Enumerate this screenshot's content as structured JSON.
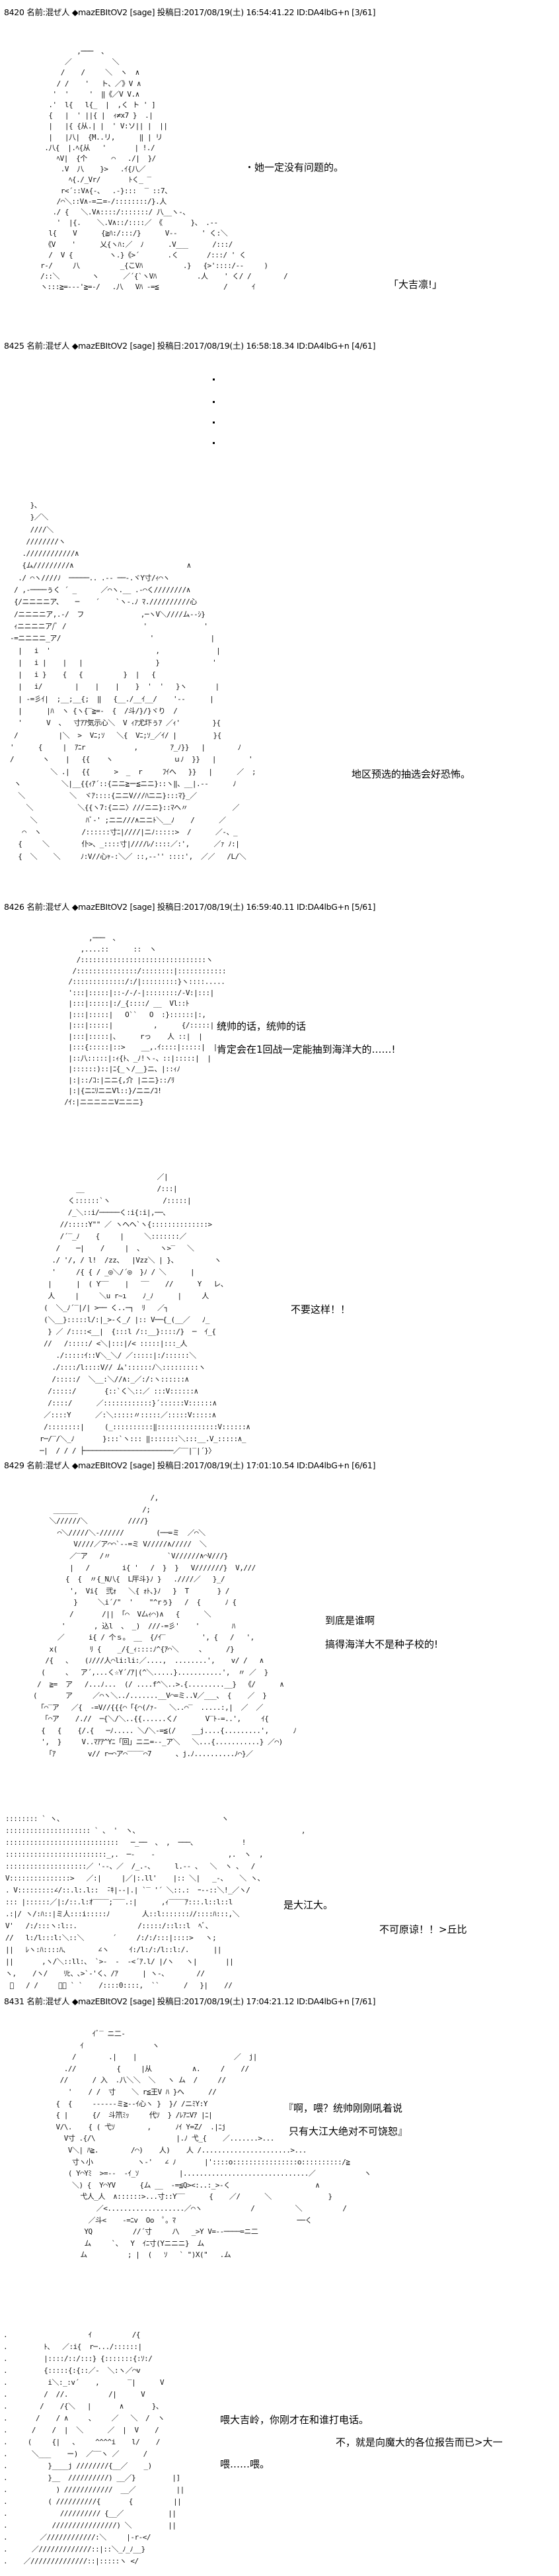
{
  "posts": [
    {
      "header": "8420 名前:混ぜ人 ◆mazEBItOV2 [sage] 投稿日:2017/08/19(土) 16:54:41.22 ID:DA4lbG+n [3/61]",
      "lines": [
        "・她一定没有问题的。",
        "「大吉凛!」"
      ],
      "art": [
        "          ,───  、",
        "       ／          ＼",
        "      /    /     ＼  ヽ  ∧",
        "     / /    '   ト、／》V ∧",
        "    '  '     '  ‖《／V V.∧",
        "   .'  l{   l{_  |  ,く ト ' ]",
        "   {   |  ' ||{ |  ｨ≠x7 }  .|",
        "   |   |{ {从.| |  ' V:ソ|| |  ||",
        "   |   |八|  {M..リ,      ‖ | リ",
        "  .八{  |.ﾍ{从   '       | !./",
        "     ﾍV|  {个      ⌒   ./|  }/",
        "      .V  八    }>   .ｲ{八／",
        "        ﾍ{./_Vr/       ﾄく_ ‾",
        "      r<´::V∧{-、  .-}:::  ‾ ::7、",
        "     /⌒＼::V∧-=ニ=-/::::::::/}.人",
        "    ./ {   ＼.V∧::::/:::::::/ 八__ヽ-、",
        "     '  |{.    ＼.V∧::/::::／ 《       }、 .--",
        "   l{    V      {≧ﾊ:/:::/}      V-‐      ' く:＼",
        "  《V    '      乂{ヽﾊ:／  ﾉ      .V___      /:::/",
        "   /  V {         ヽ.}《>´       .く       /:::/ ' く",
        " r‐/     八          _{こVﾊ          .}   {>'::::/‐-     )",
        " /::＼        ヽ      ／´{`ヽVﾊ          .人    ' く/ /        /",
        " ヽ:::≧=‐‐‐'≧=‐/   .八   Vﾊ ‐=≦                /      ｲ"
      ]
    },
    {
      "header": "8425 名前:混ぜ人 ◆mazEBItOV2 [sage] 投稿日:2017/08/19(土) 16:58:18.34 ID:DA4lbG+n [4/61]",
      "lines": [
        "地区预选的抽选会好恐怖。"
      ],
      "art": [
        "     }、",
        "     }／＼",
        "     ////＼",
        "    ////////ヽ",
        "   .////////////∧",
        "   {ム/////////∧                            ∧",
        "  ./ ⌒ヽ////ﾉ  ─────.. .-- ──‐.ヾY寸/ｨ⌒ヽ",
        " / ,-────ぅく ´ _      ／⌒ヽ.__ .-⌒く////////∧",
        " {/ニニニニア、   ─    ´    `ヽ-.ﾉ ﾏ.//////////心",
        " /ニニニニア,.-/  フ              ,─ヽV＼////ム--ｼ}",
        " ｨニニニニア/ﾞ /                   '              '",
        "-=ニニニニ_ア/                      '              |",
        "  |   i  '                          ,              |",
        "  |   i |    |   |                  }             '",
        "  |   i }    {   {          }  |   {              ",
        "  |   i/        |    |    |    }  '  '   }ヽ       |",
        "  | ‐=彡ｲ|  ;__;__{;  ‖   {__./__ｲ__/    '‐-      |",
        "  |      |ﾊ  ヽ {ヽ{‾≧=-  {  /斗/}/}ヾり  /",
        "  '      V  、  寸ｱｱ気示心＼  V ｨｱ尤圷ぅｱ ／ｨ'        }{",
        " /          |＼  >  Vﾆ;ｿ   ＼{  Vﾆ;ｿ_／ｲ/ |         }{",
        "'      {     |  ｱﾆr            ,        ｱ_ﾉ}}   |        ﾉ",
        "/       ヽ    |   {{    ヽ               ｕﾉ  }}   |        '",
        "          ＼ .|   {{      >  _  r     ﾌｲへ   }}   |      ／  ;",
        " ヽ          ＼|__{{ｨｱ´::{ニニ≧ー≦ニニ}::ヽ‖、__|.-‐      ﾉ",
        "  ＼           ＼  ヾｱ::::{ニニV///ﾊニニ}:::ﾏ}_／",
        "    ＼           ＼{{ヽ7:{ニニ〉///ニニ}::ﾏへ〃           ／",
        "     ＼            ﾊﾞ-' ;ニニ///∧ニニﾄ＼__ﾉ    /      ／",
        "   ⌒  ヽ          /::::::寸ﾆ|////|ニﾉ:::::>  /      ／-、_",
        "  {     ＼        仆>、_::::寸|////ﾚ/::::／:',      ／ｧ ﾉ:|",
        "  {  ＼    ＼     ﾉ:V//心ｬ-:＼／ ::,-‐'' ::::',  ／／   /L/＼"
      ]
    },
    {
      "header": "8426 名前:混ぜ人 ◆mazEBItOV2 [sage] 投稿日:2017/08/19(土) 16:59:40.11 ID:DA4lbG+n [5/61]",
      "lines": [
        "统帅的话，统帅的话",
        "肯定会在1回战一定能抽到海洋大的……!",
        "不要这样！！"
      ],
      "art": [
        "        ,───  ､",
        "      ,....::      ::  ヽ",
        "     /:::::::::::::::::::::::::::::::ヽ",
        "    /:::::::::::::::/::::::::|::::::::::::",
        "   /:::::::::::::/:/|:::::::::}ヽ::::.....",
        "   ':::|:::::|::-/-/-|::::::::/-V:|:::|",
        "   |:::|:::::|:/_{::::/ __  Vl::ﾄ",
        "   |:::|:::::|   O``   O  :}::::::|:,",
        "   |:::|:::::|          ,      {/:::::|  |",
        "   |:::|:::::|、     rっ    人 ::|  |",
        "   |:::{:::::|::>    __,.ｲ::::|:::::|  |",
        "   |::八:::::|:ｨ{ﾄ、_ﾉ!ヽ-、::|:::::|  |",
        "   |::::::)::|ﾆ{_ヽ/__}ニ、|::ｨﾉ",
        "   |:|::/ｺ:|ニニ{,介 |ニニ}::/ﾘ",
        "   |:|{ニﾆﾘニニVl::}/ニニ/ｺ!",
        "  /ｲ:|ニニニニニVニニニ}"
      ],
      "art2": [
        "                             ／|",
        "         __                  /:::|",
        "       く::::::`ヽ             /:::::|",
        "       /_＼::i/─────く:i{:i|,──、",
        "     //:::::Y\"\" ／ ヽヘヘ`ヽ{::::::::::::::>",
        "     /´‾_ﾉ    {     |     ＼:::::::／",
        "    /    ─|    /     |  、    ヽ>‾   ＼",
        "   ./ '/, / l!  /zz、  |Vzz＼ | }、         ヽ",
        "   '     /{ { / _◎＼/´◎  }ﾉ / ＼      |",
        "  |      |  ( Y‾‾    |   ‾‾    //      Y   レ、",
        "  人     |     ＼u r~ı    ﾉ_ﾉ      |     人",
        " (  ＼_ﾉ´‾|/| >── く..─┐  ﾘ   ／┐",
        " (＼__}:::::l/:|_>-く_/ |:: V──{_(__／   ﾉ_",
        "  } ／ /::::<__|  {:::l /::__}::::/}  ─  ｲ_{",
        " //   /:::::/ <＼|:::|/< :::::|:::_人",
        "    ./:::::ｲ::V＼_＼/ ／:::::|:/::::::＼",
        "   ./::::/l::::V// ム'::::::ﾉ＼:::::::::ヽ",
        "   /:::::/  ＼__:＼//∧:_／:/:ヽ::::::∧",
        "  /:::::/       {::`く＼::／ :::V::::::∧",
        "  /::::/      ／::::::::::::}´::::::V::::::∧",
        " ／::::Y      ／:＼:::::〃:::::／:::::V:::::∧",
        " /::::::::|     (_::::::::::‖:::::::::::::::V::::::∧",
        "r─/‾/＼_ﾉ       }:::`ヽ::: ‖:::::::＼:::__.V_:::::∧_",
        "─|  / / / ├──────────────────────／‾‾|‾|´}〉"
      ]
    },
    {
      "header": "8429 名前:混ぜ人 ◆mazEBItOV2 [sage] 投稿日:2017/08/19(土) 17:01:10.54 ID:DA4lbG+n [6/61]",
      "lines": [
        "到底是谁啊",
        "搞得海洋大不是种子校的!",
        "是大江大。",
        "不可原谅！！>丘比"
      ],
      "art": [
        "                             /,",
        "     ______                /;",
        "    ＼//////＼          ////}",
        "      ⌒＼/////＼-//////        (──=ミ  ／⌒＼",
        "          V////／ア⌒⌒`‐-=ミ V/////∧/////  ＼",
        "         ／‾ア   /〃              `V//////∧⌒V///}",
        "         |   /        i{ '   /  }  }   V///////}  V,///",
        "        {  {  〃{_N八{  L厈斗}ﾉ }   .////／   }_/",
        "         ',  Vi{  弐ｫ   ＼{ ｫﾄ、}ﾉ   }  T       } /",
        "          }     ＼i´/\"  '    \"^rぅ}   /  {      ﾉ {",
        "         /       /|| 「⌒  V厶ｨ⌒)∧   {      ＼",
        "       '       , 込l  、 _)  ///‐=彡'    '        ﾊ",
        "      ／      i{ / 个ｓ。 __  {/ｲ‾         ', {   /   ',",
        "    x(        ﾘ {    _/{_ｨ::::ﾉ^{ｱ⌒＼     、     /}",
        "   /{   、   (ﾉ///人⌒li:li:／....,  ........',    v/ /   ∧",
        "  (     、  ア´,...く☆Y´/ｱ|(^＼.....}...........',  〃 ／  }",
        " /  ≧=  ア   /...ﾉ...  (/ ....f^＼..>.{.........__}  《/      ∧",
        "(       ア     ／⌒ヽ＼../.......__V⌒=ミ..V／___、 {    ／  }",
        " 「⌒‾ア   ／{  ‐=V//{{{⌒「{⌒(/ｧ-   ＼..⌒‾  .....:,|  ／  ／",
        "  「⌒ア    /.//  ─{＼/＼..{{......く/       V‾ﾄ‐=..',     ｲ{",
        "  {   {    {/.{   ─ﾉ..... ＼/＼‐=≦(/    __j....{.........',      ﾉ",
        "  ',  }     V..ﾏｱｱ^Yﾆ「回」ニニ=‐-_ア＼   ＼...{...........} ／⌒)",
        "   「ｱ        v// r─⌒ア⌒‾‾‾‾⌒7      、j.ﾉ..........ﾉ⌒}／"
      ],
      "art2": [
        ":::::::: ` ヽ、                                       ヽ",
        "::::::::::::::::::::: ` 、 '  ヽ、                                        ,",
        "::::::::::::::::::::::::::::   ─_──  、 ,  ───、           !",
        ":::::::::::::::::::::::::_,.  ─‐    ‐                  ,.  ヽ  ,",
        "::::::::::::::::::::／ '‐-、／  /_.-、     l.-‐ 、  ＼  ヽ 、  /",
        "V:::::::::::::::>   ／:|     |／|:.ll'    |:: ＼|   _-、   ＼ ヽ、",
        ". V:::::::::∠/::.l:.l::  ̄‐ｷ|-‐|.| `‾ '´ ＼::.:  ｰ‐-::＼!_／ヽ/",
        "::: |::::::／|:/::.l:ｵ‾‾‾‾;‾‾‾.:|      ,ｨ‾‾‾‾ｱ:::.l::l::l",
        ".:|/ ヽ/:ﾊ::|ミ人:::i:::::ﾉ        人::l:::::::ﾉ/::::ﾊ:::,＼",
        "V'   /:/:::ヽ:l::.               /:::::/::l::l  ﾍﾞ、",
        "//   l:/l:::l:＼::＼       ´     /:/:/:::|::::>   ヽ;",
        "||   ﾚヽ:ﾊ::::ﾊ、       ∠ヽ     ｲ:/l:/:/l::l:/.      ||",
        "||       ,ヽ/＼::ll:、 `>-  -  ‐<´ｱ.l/ |/ヽ   ヽ|       ||",
        "ヽ,    /ヽ/    ﾘﾋ、､>`‐'く、/ｱ      | ヽ-、       //",
        " ﾞ   / /     、、 ` `    /::::0::::,  ``      /   }|    //"
      ]
    },
    {
      "header": "8431 名前:混ぜ人 ◆mazEBItOV2 [sage] 投稿日:2017/08/19(土) 17:04:21.12 ID:DA4lbG+n [7/61]",
      "lines": [
        "『啊，喂？统帅刚刚吼着说",
        "只有大江大绝对不可饶恕』",
        "喂大吉岭，你刚才在和谁打电话。",
        "不，就是向魔大的各位报告而已>大一",
        "喂……喂。"
      ],
      "art": [
        "             ｲﾞ‾ ニ二‐",
        "          ｲ                 ヽ",
        "        /        .|    |                        ／  j|",
        "      .//          {     |从          ∧.     /    //",
        "     //      / 入  .八＼＼  ＼   ヽ ム  /     //",
        "       '    / /  寸    ＼ r≦王V ﾊ }へ      //",
        "    {  {     ‐‐‐‐‐‐ミ≧‐‐ｲ心ヽ }  }/ /ニﾐY:Y",
        "    { |      {/  斗笊ﾐｯ     代ｿ  } /ﾚｱﾆVｱ |ﾆ|",
        "    V/\\.    { ( 弋ｿ        ,      ﾉｲ Y=Z/  .|ﾆj",
        "      V寸 .{/\\                    |.ﾉ 弋_{    ／.......>...",
        "       V＼| ﾊ≧.        /⌒)    人)    人 /......................>...",
        "        寸ヽ小           ヽ-'   ∠ ﾉ       |'::::o::::::::::::::::o::::::::::/≧",
        "       ( Y⌒Yﾐ  >=‐-  ‐ｲ_ｿ          |...............................／            ヽ",
        "        ＼) {  Y⌒YV      {ム __  -=≦Q><:..:_>‐く                     ∧",
        "          弋人_人  ∧::::::>...寸::Y‾‾      {    ／/      ＼              }",
        "              ／<...................／⌒ヽ            /          ＼          /",
        "            ／斗<    -=ﾆv  Oo  ﾟ。ﾏ                              ──く",
        "           YQ          //´寸     ﾉ\\   _>Y V=‐‐────=ニ二",
        "           ム     `、  Y  ｲﾆ寸(Yニニニ}  ム",
        "          ム          ; |  (   ｿ   ` \")X(\"   .ム"
      ],
      "art2": [
        ".                    ｲ          /{",
        ".         ﾄ、  ／:i{  r─.../::::::|",
        ".         |::::/::/:::} {:::::::{:ｿ:/",
        ".         {:::::{:{::／-  ＼:ヽ／⌒v",
        ".          i＼:_:v´    ,       ‾|      V",
        ".         /  //.          /|      V",
        ".        /    /{＼   |       ∧       }、",
        ".       /    / ∧     、    ／   ＼  /  ヽ",
        ".      /    /  |  ＼      ／  |  V    /",
        ".     (     {|   、    ^^^^i    l/    /",
        ".      ＼___    ー)  ／‾‾ヽ ／      /",
        ".          }____j ////////{__／    _)",
        ".          }__  //////////) __／}         |]",
        ".            ) ////////////  __／          ||",
        ".          ( //////////{       {          ||",
        ".             ////////// {__／           ||",
        ".           ////////////////) ＼         ||",
        ".        ／////////////:＼     |-r-</",
        ".      ／/////////////::|::＼_ﾉ_ﾉ__}",
        ".    ／//////////////::|:::::ヽ </"
      ]
    }
  ]
}
